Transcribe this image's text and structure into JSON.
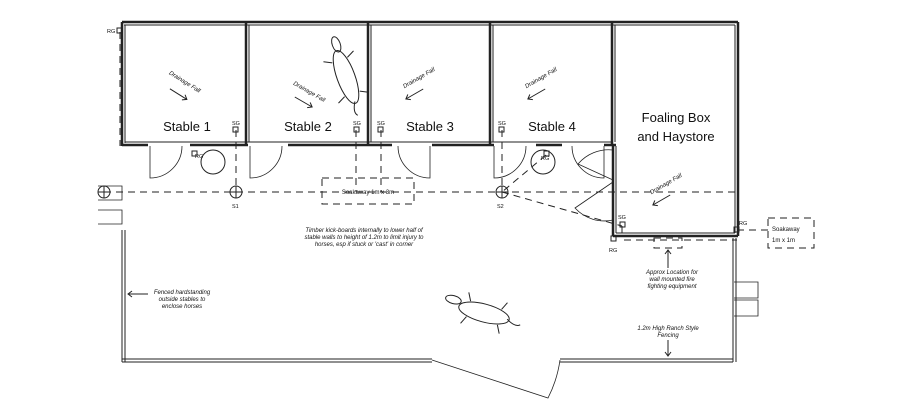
{
  "rooms": {
    "stable1": "Stable 1",
    "stable2": "Stable 2",
    "stable3": "Stable 3",
    "stable4": "Stable 4",
    "foaling_line1": "Foaling Box",
    "foaling_line2": "and Haystore"
  },
  "drainage": "Drainage Fall",
  "markers": {
    "rg": "RG",
    "sg": "SG",
    "s1": "S1",
    "s2": "S2"
  },
  "soakaway_main": "Soakaway 1m x 3m",
  "soakaway_ext_line1": "Soakaway",
  "soakaway_ext_line2": "1m x 1m",
  "notes": {
    "kick_boards": [
      "Timber kick-boards internally to lower half of",
      "stable walls to height of 1.2m to limit injury to",
      "horses, esp if stuck or 'cast' in corner"
    ],
    "fenced_area": [
      "Fenced hardstanding",
      "outside stables to",
      "enclose horses"
    ],
    "fire_equipment": [
      "Approx Location for",
      "wall mounted fire",
      "fighting equipment"
    ],
    "fencing": [
      "1.2m High Ranch Style",
      "Fencing"
    ]
  }
}
